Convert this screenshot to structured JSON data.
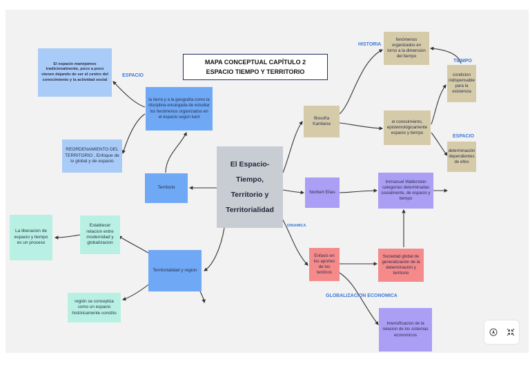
{
  "title": {
    "line1": "MAPA CONCEPTUAL CAPÍTULO 2",
    "line2": "ESPACIO TIEMPO Y TERRITORIO"
  },
  "central": {
    "line1": "El Espacio-Tiempo,",
    "line2": "Territorio y",
    "line3": "Territorialidad"
  },
  "nodes": {
    "espacio_manejamos": "El espacio manejamos tradicionalmente, poco a poco vienen dejando de ser el centro del conocimiento y la actividad social",
    "tierra_geografia": "la tierra y a la geografía como la disciplina encargada de estudiar los fenómenos organizados en el espacio según kant",
    "reordenamiento": "REORDENAMIENTO DEL TERRITORIO , Enfoque de lo global y de espacio",
    "territorio": "Territorio",
    "establecer": "Establecer relacion entre modernidad y globalizacion",
    "liberacion": "La liberacion de espacio y tiempo es un proceso",
    "territorialidad_region": "Territorialidad y region",
    "region_concepcion": "región se conceptúa como un espacio históricamente constitu",
    "filosofia_kantiana": "filosofía Kantiana",
    "fenomenos": "fenómenos organizados en torno a la dimension del tiempo",
    "conocimiento": "el conocimiento, epistemológicamente espacio y tiempo",
    "condicion": "condicion indispensable para la existencia",
    "determinacion": "determinación dependientes de ellos",
    "norbert": "Norbert Elias",
    "wallerstein": "Immanuel Wallerstein categorías determinadas socialmente, de espacio y tiempo",
    "enfasis": "Enfasis en los aportes de los teóricos",
    "sociedad_global": "Sociedad global de generalización de la determinación y territorio",
    "intensificacion": "Intensificacion de la relacion de los sistemas economicos"
  },
  "labels": {
    "espacio_left": "ESPACIO",
    "historia": "HISTORIA",
    "tiempo": "TIEMPO",
    "espacio_right": "ESPACIO",
    "dinamica": "DINAMICA",
    "globalizacion": "GLOBALIZACION ECONOMICA"
  },
  "colors": {
    "blue": "#6fa8f5",
    "light_blue": "#a9cbf7",
    "tan": "#d6cba9",
    "mint": "#b8f1e3",
    "purple": "#ab9ef5",
    "red": "#f58a8a",
    "central_gray": "#c8ccd3",
    "label_blue": "#3d78d6"
  },
  "toolbar": {
    "icons": [
      "compass-icon",
      "collapse-icon"
    ]
  }
}
